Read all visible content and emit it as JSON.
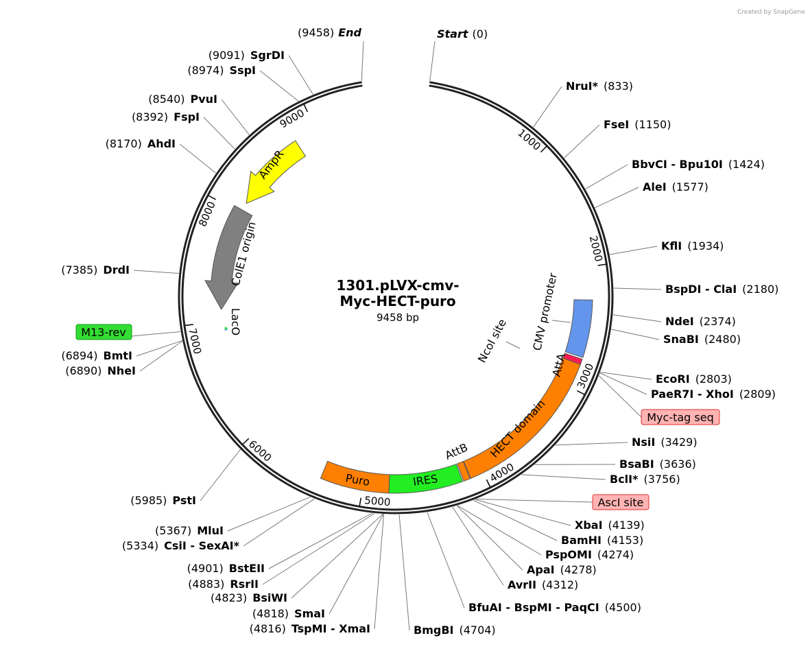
{
  "branding": "Created by SnapGene",
  "plasmid": {
    "name_line1": "1301.pLVX-cmv-",
    "name_line2": "Myc-HECT-puro",
    "length_label": "9458 bp",
    "length_bp": 9458
  },
  "origin_labels": {
    "start": {
      "name": "Start",
      "pos": "(0)",
      "bp": 0
    },
    "end": {
      "name": "End",
      "pos": "(9458)",
      "bp": 9458
    }
  },
  "ticks": [
    "1000",
    "2000",
    "3000",
    "4000",
    "5000",
    "6000",
    "7000",
    "8000",
    "9000"
  ],
  "enzymes_right": [
    {
      "name": "NruI*",
      "pos": "(833)",
      "bp": 833
    },
    {
      "name": "FseI",
      "pos": "(1150)",
      "bp": 1150
    },
    {
      "name": "BbvCI - Bpu10I",
      "pos": "(1424)",
      "bp": 1424
    },
    {
      "name": "AleI",
      "pos": "(1577)",
      "bp": 1577
    },
    {
      "name": "KflI",
      "pos": "(1934)",
      "bp": 1934
    },
    {
      "name": "BspDI - ClaI",
      "pos": "(2180)",
      "bp": 2180
    },
    {
      "name": "NdeI",
      "pos": "(2374)",
      "bp": 2374
    },
    {
      "name": "SnaBI",
      "pos": "(2480)",
      "bp": 2480
    },
    {
      "name": "EcoRI",
      "pos": "(2803)",
      "bp": 2803
    },
    {
      "name": "PaeR7I - XhoI",
      "pos": "(2809)",
      "bp": 2809
    },
    {
      "name": "NsiI",
      "pos": "(3429)",
      "bp": 3429
    },
    {
      "name": "BsaBI",
      "pos": "(3636)",
      "bp": 3636
    },
    {
      "name": "BclI*",
      "pos": "(3756)",
      "bp": 3756
    },
    {
      "name": "XbaI",
      "pos": "(4139)",
      "bp": 4139
    },
    {
      "name": "BamHI",
      "pos": "(4153)",
      "bp": 4153
    },
    {
      "name": "PspOMI",
      "pos": "(4274)",
      "bp": 4274
    },
    {
      "name": "ApaI",
      "pos": "(4278)",
      "bp": 4278
    },
    {
      "name": "AvrII",
      "pos": "(4312)",
      "bp": 4312
    },
    {
      "name": "BfuAI - BspMI - PaqCI",
      "pos": "(4500)",
      "bp": 4500
    },
    {
      "name": "BmgBI",
      "pos": "(4704)",
      "bp": 4704
    }
  ],
  "enzymes_left": [
    {
      "name": "SgrDI",
      "pos": "(9091)",
      "bp": 9091
    },
    {
      "name": "SspI",
      "pos": "(8974)",
      "bp": 8974
    },
    {
      "name": "PvuI",
      "pos": "(8540)",
      "bp": 8540
    },
    {
      "name": "FspI",
      "pos": "(8392)",
      "bp": 8392
    },
    {
      "name": "AhdI",
      "pos": "(8170)",
      "bp": 8170
    },
    {
      "name": "DrdI",
      "pos": "(7385)",
      "bp": 7385
    },
    {
      "name": "BmtI",
      "pos": "(6894)",
      "bp": 6894
    },
    {
      "name": "NheI",
      "pos": "(6890)",
      "bp": 6890
    },
    {
      "name": "PstI",
      "pos": "(5985)",
      "bp": 5985
    },
    {
      "name": "MluI",
      "pos": "(5367)",
      "bp": 5367
    },
    {
      "name": "CsiI - SexAI*",
      "pos": "(5334)",
      "bp": 5334
    },
    {
      "name": "BstEII",
      "pos": "(4901)",
      "bp": 4901
    },
    {
      "name": "RsrII",
      "pos": "(4883)",
      "bp": 4883
    },
    {
      "name": "BsiWI",
      "pos": "(4823)",
      "bp": 4823
    },
    {
      "name": "SmaI",
      "pos": "(4818)",
      "bp": 4818
    },
    {
      "name": "TspMI - XmaI",
      "pos": "(4816)",
      "bp": 4816
    }
  ],
  "site_boxes": [
    {
      "name": "Myc-tag seq",
      "bp": 2830,
      "color": "#ffb3b3"
    },
    {
      "name": "AscI site",
      "bp": 4130,
      "color": "#ffb3b3"
    },
    {
      "name": "M13-rev",
      "bp": 6960,
      "color": "#33dd33"
    }
  ],
  "features": [
    {
      "name": "AmpR",
      "start": 8100,
      "end": 8800,
      "color": "#ffff00",
      "direction": "reverse"
    },
    {
      "name": "ColE1 origin",
      "start": 7100,
      "end": 8030,
      "color": "#808080",
      "direction": "reverse"
    },
    {
      "name": "LacO",
      "start": 6905,
      "end": 6925,
      "color": "#6495ed",
      "direction": "none"
    },
    {
      "name": "CMV promoter",
      "start": 2270,
      "end": 2740,
      "color": "#6495ed",
      "direction": "none"
    },
    {
      "name": "AttA",
      "start": 2755,
      "end": 2800,
      "color": "#ff1a55",
      "direction": "none"
    },
    {
      "name": "NcoI site",
      "start": 2800,
      "end": 2805,
      "color": "#ff0000",
      "direction": "none"
    },
    {
      "name": "HECT domain",
      "start": 2800,
      "end": 4110,
      "color": "#ff8000",
      "direction": "none"
    },
    {
      "name": "AttB",
      "start": 4115,
      "end": 4170,
      "color": "#ff8000",
      "direction": "none"
    },
    {
      "name": "IRES",
      "start": 4180,
      "end": 4784,
      "color": "#22ee22",
      "direction": "none"
    },
    {
      "name": "Puro",
      "start": 4784,
      "end": 5350,
      "color": "#ff8000",
      "direction": "none"
    }
  ]
}
